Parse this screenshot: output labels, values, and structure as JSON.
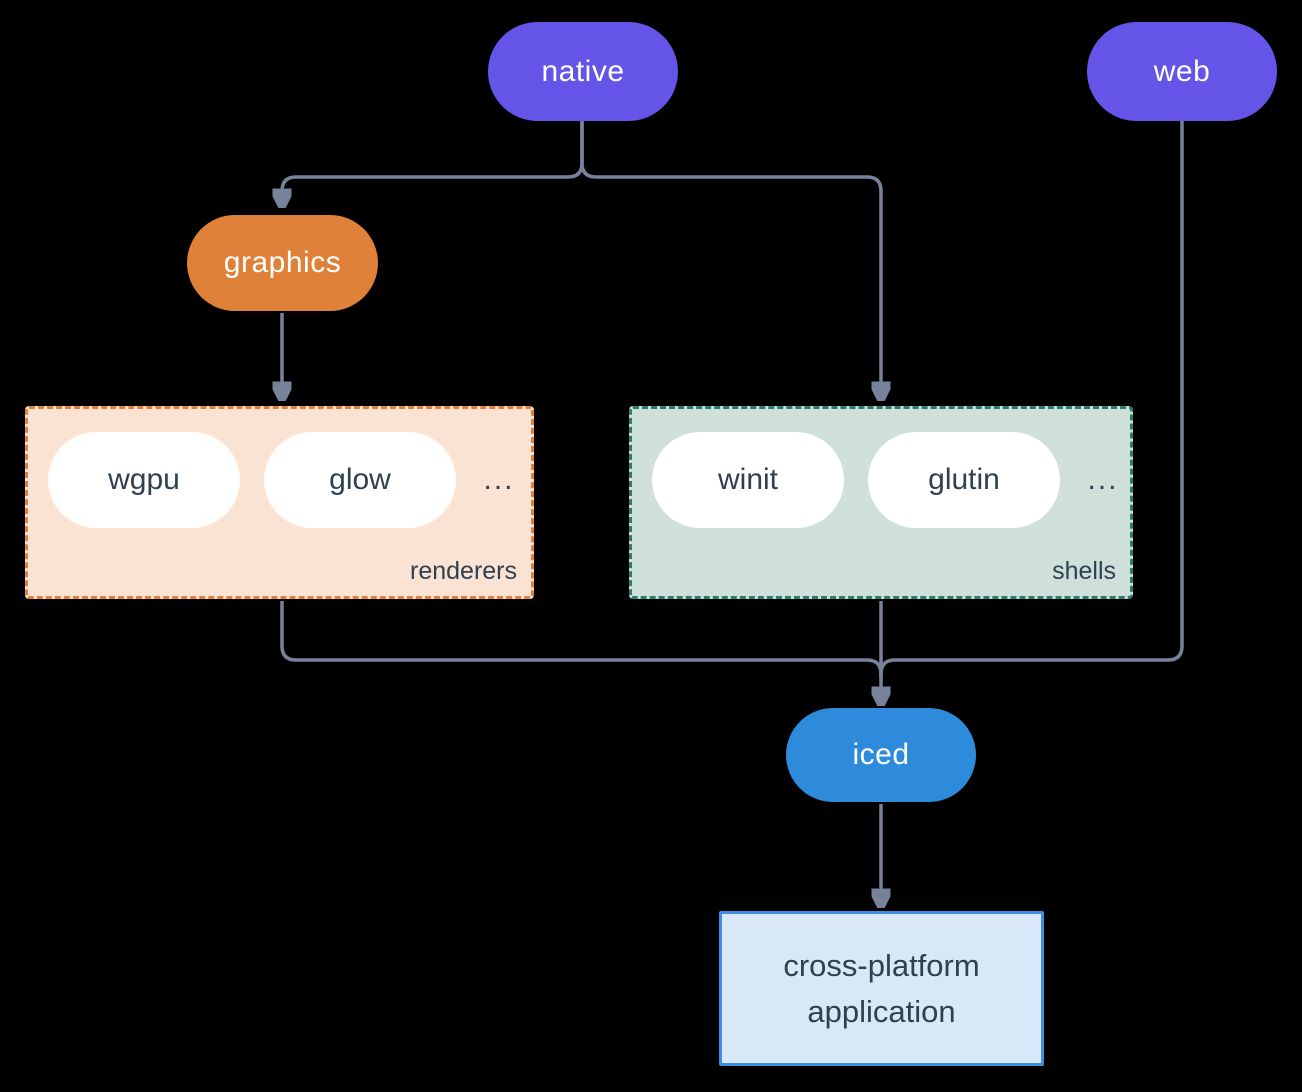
{
  "diagram": {
    "background": "#000000",
    "connector_color": "#76839a",
    "nodes": {
      "native": {
        "label": "native",
        "color": "#6554e8",
        "text_color": "#ffffff"
      },
      "web": {
        "label": "web",
        "color": "#6554e8",
        "text_color": "#ffffff"
      },
      "graphics": {
        "label": "graphics",
        "color": "#e0813a",
        "text_color": "#ffffff"
      },
      "iced": {
        "label": "iced",
        "color": "#2e8bdb",
        "text_color": "#ffffff"
      }
    },
    "groups": {
      "renderers": {
        "label": "renderers",
        "fill": "#fae3d2",
        "border_color": "#e0813a",
        "items": [
          {
            "label": "wgpu"
          },
          {
            "label": "glow"
          }
        ],
        "ellipsis": "...",
        "item_text_color": "#2f4050"
      },
      "shells": {
        "label": "shells",
        "fill": "#cfdfd9",
        "border_color": "#2b7e6d",
        "items": [
          {
            "label": "winit"
          },
          {
            "label": "glutin"
          }
        ],
        "ellipsis": "...",
        "item_text_color": "#2f4050"
      }
    },
    "application": {
      "label_line_1": "cross-platform",
      "label_line_2": "application",
      "fill": "#d8e8f8",
      "border_color": "#3d8ede",
      "text_color": "#2f4050"
    }
  }
}
